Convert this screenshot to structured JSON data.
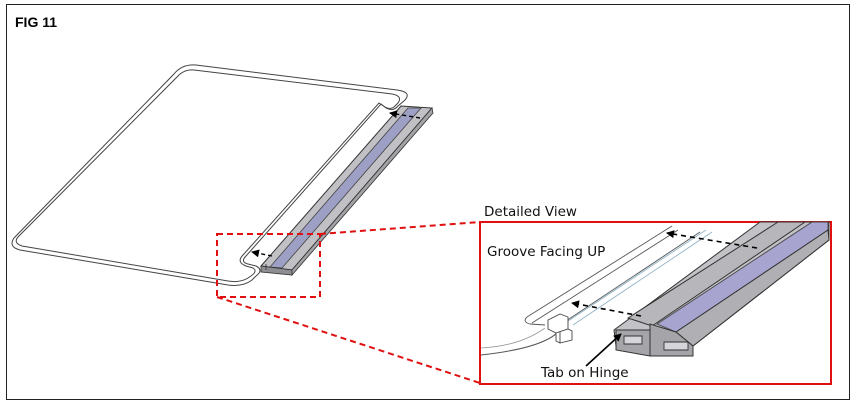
{
  "figure": {
    "label": "FIG 11"
  },
  "callouts": {
    "detailed_view": "Detailed View",
    "groove_facing_up": "Groove Facing UP",
    "tab_on_hinge": "Tab on Hinge"
  },
  "colors": {
    "highlight": "#e01010",
    "hinge_body": "#b9b9bd",
    "hinge_dark": "#8e8e92",
    "groove_fill": "#a7a4cf",
    "outline": "#333333"
  }
}
